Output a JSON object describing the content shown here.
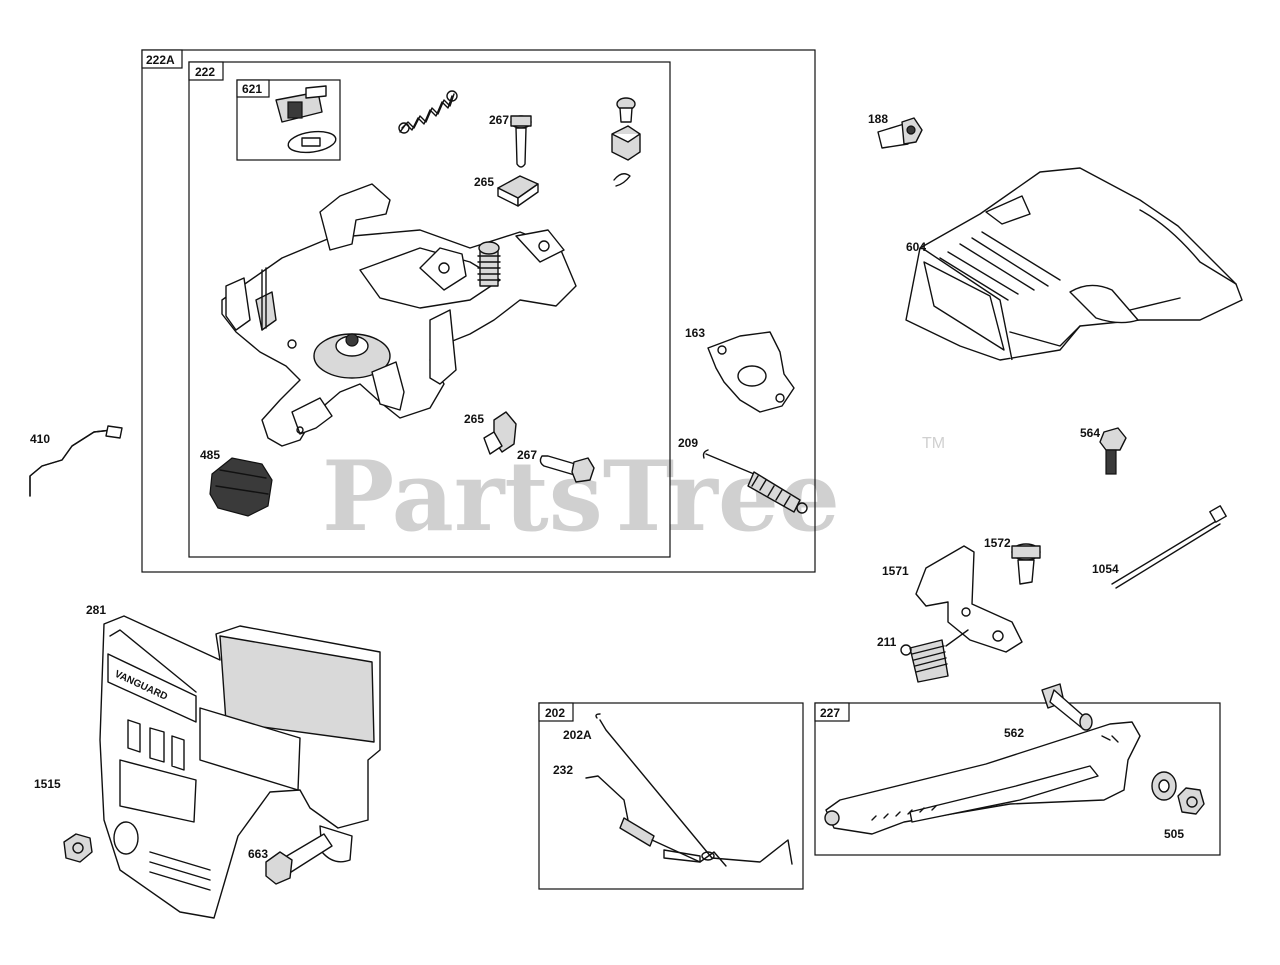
{
  "watermark": {
    "text": "PartsTree",
    "trademark": "TM"
  },
  "boxes": {
    "b222A": "222A",
    "b222": "222",
    "b621": "621",
    "b202": "202",
    "b227": "227"
  },
  "callouts": {
    "p267a": "267",
    "p265a": "265",
    "p163": "163",
    "p265b": "265",
    "p267b": "267",
    "p209": "209",
    "p485": "485",
    "p410": "410",
    "p188": "188",
    "p604": "604",
    "p564": "564",
    "p1572": "1572",
    "p1571": "1571",
    "p1054": "1054",
    "p211": "211",
    "p281": "281",
    "p1515": "1515",
    "p663": "663",
    "p202A": "202A",
    "p232": "232",
    "p562": "562",
    "p505": "505"
  },
  "colors": {
    "ink": "#111111",
    "watermark": "#d0d0d0",
    "shade": "#d9d9d9"
  }
}
